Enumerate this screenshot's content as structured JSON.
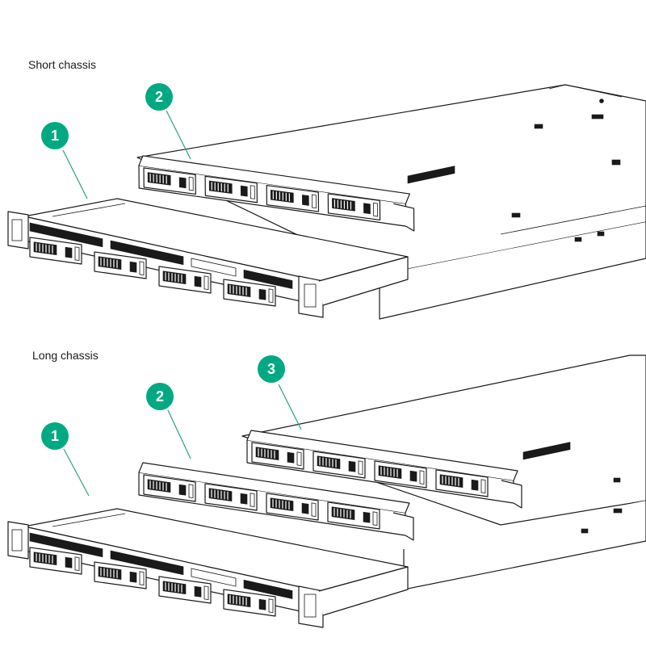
{
  "sections": {
    "short": {
      "label": "Short chassis",
      "callouts": [
        "1",
        "2"
      ]
    },
    "long": {
      "label": "Long chassis",
      "callouts": [
        "1",
        "2",
        "3"
      ]
    }
  },
  "colors": {
    "callout": "#01a982",
    "leader": "#3aa58a",
    "line": "#1a1a1a"
  }
}
